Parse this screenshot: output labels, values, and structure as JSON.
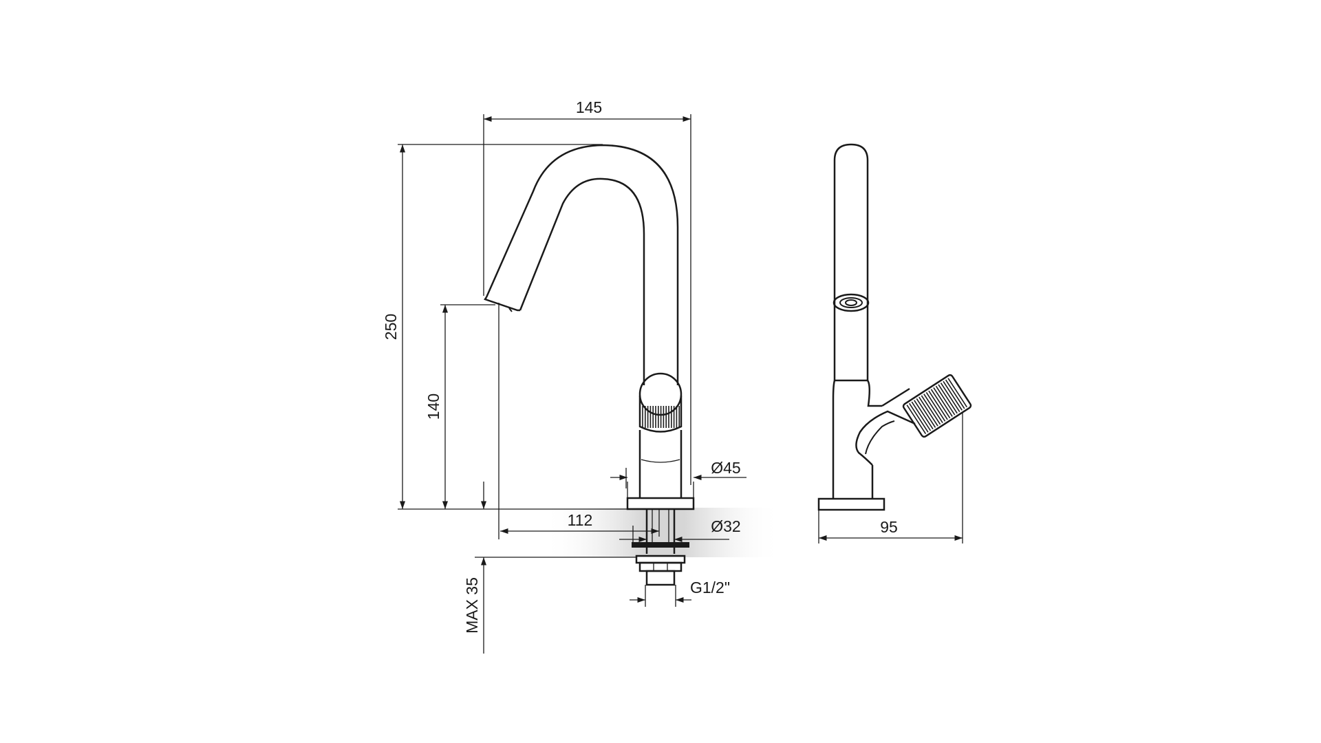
{
  "dimensions": {
    "width_top": "145",
    "height_total": "250",
    "height_spout": "140",
    "base_diameter": "Ø45",
    "reach": "112",
    "shank_diameter": "Ø32",
    "thread": "G1/2\"",
    "max_thickness": "MAX 35",
    "side_depth": "95"
  },
  "colors": {
    "stroke": "#1a1a1a",
    "shade": "#d9d9d9"
  }
}
